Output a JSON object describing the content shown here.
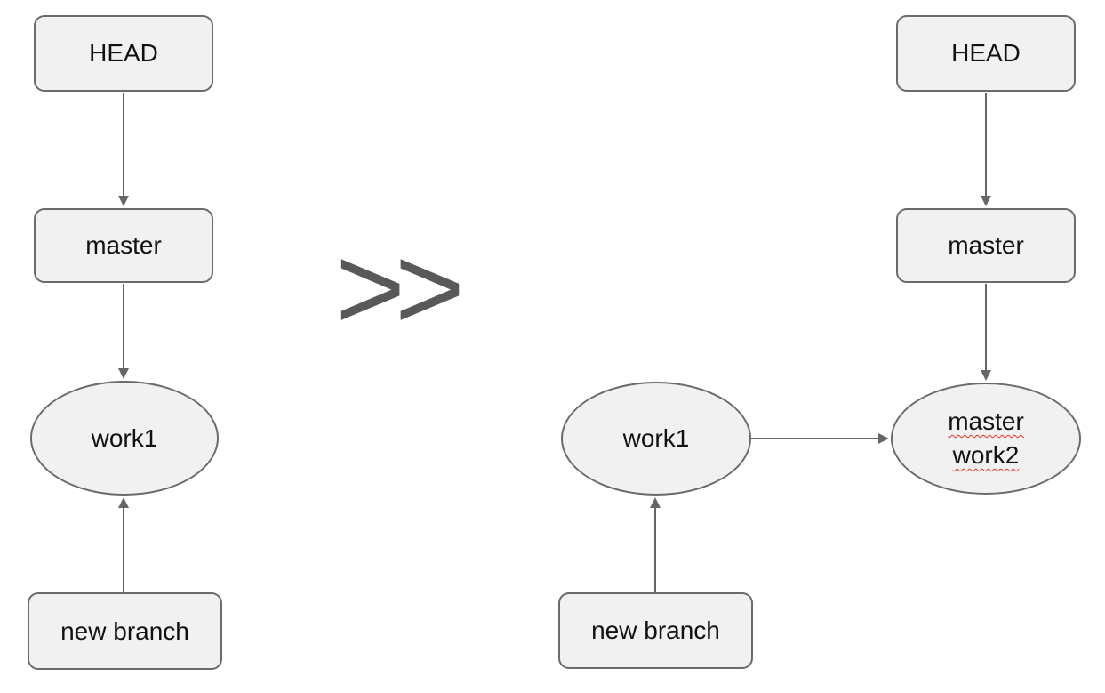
{
  "separator_label": ">>",
  "colors": {
    "background": "#ffffff",
    "node_fill": "#f1f1f1",
    "node_border": "#6b6b6b",
    "arrow": "#666666",
    "separator": "#595959",
    "text": "#111111",
    "spellcheck_underline": "#e8312a"
  },
  "left_diagram": {
    "head": "HEAD",
    "master": "master",
    "work1": "work1",
    "new_branch": "new branch"
  },
  "right_diagram": {
    "head": "HEAD",
    "master": "master",
    "work1": "work1",
    "new_branch": "new branch",
    "merged": {
      "line1": "master",
      "line2": "work2"
    }
  }
}
